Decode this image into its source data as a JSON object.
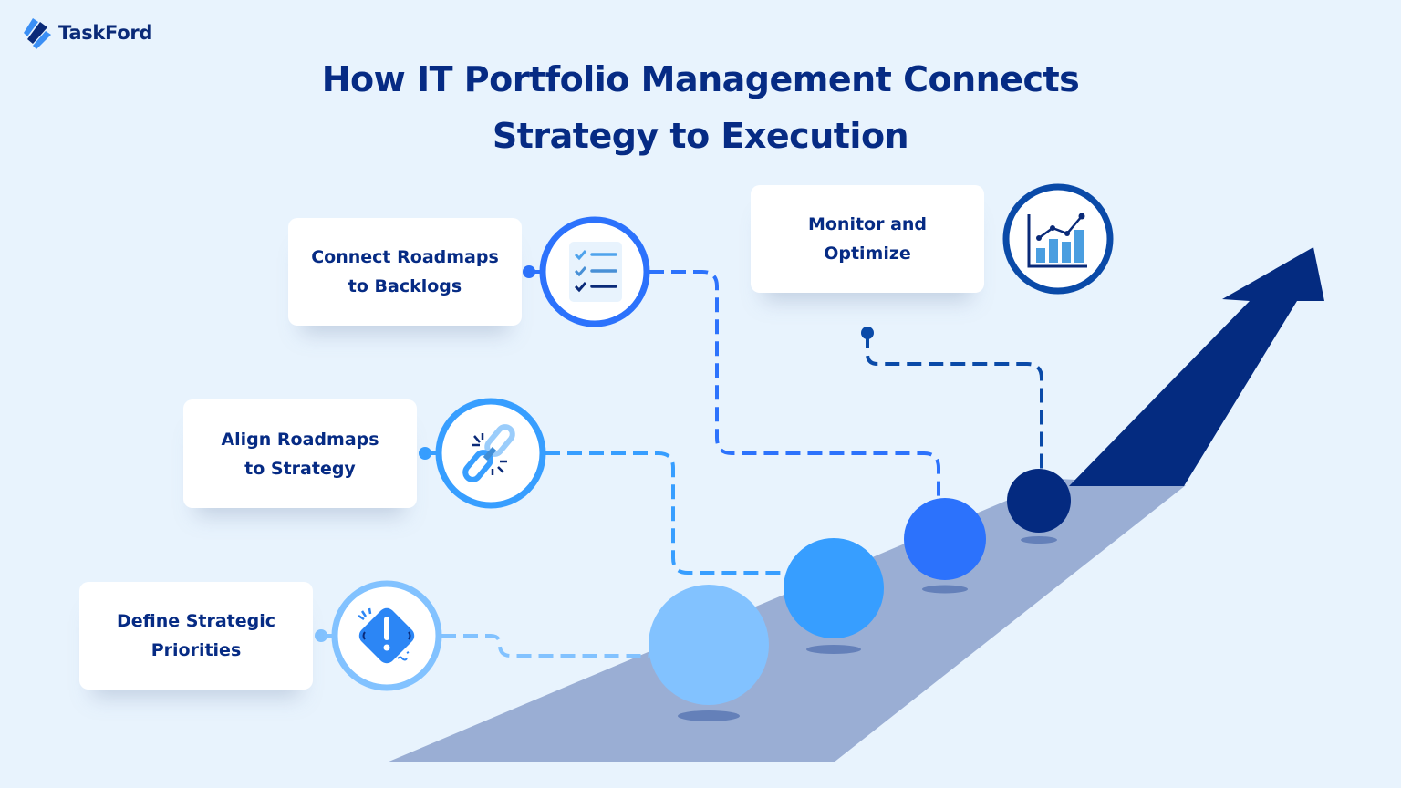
{
  "brand": {
    "name": "TaskFord"
  },
  "title": {
    "line1": "How IT Portfolio Management Connects",
    "line2": "Strategy to Execution"
  },
  "steps": [
    {
      "id": 1,
      "line1": "Define Strategic",
      "line2": "Priorities",
      "icon": "alert-diamond-icon",
      "color": "#82c2ff"
    },
    {
      "id": 2,
      "line1": "Align Roadmaps",
      "line2": "to Strategy",
      "icon": "chain-link-icon",
      "color": "#379eff"
    },
    {
      "id": 3,
      "line1": "Connect Roadmaps",
      "line2": "to Backlogs",
      "icon": "checklist-icon",
      "color": "#2c72fc"
    },
    {
      "id": 4,
      "line1": "Monitor and",
      "line2": "Optimize",
      "icon": "bar-line-chart-icon",
      "color": "#0a4aa8"
    }
  ],
  "colors": {
    "background": "#e8f3fd",
    "title": "#062b84",
    "road": "#9aaed4",
    "arrow": "#042b80",
    "ball_step4": "#042a80"
  }
}
